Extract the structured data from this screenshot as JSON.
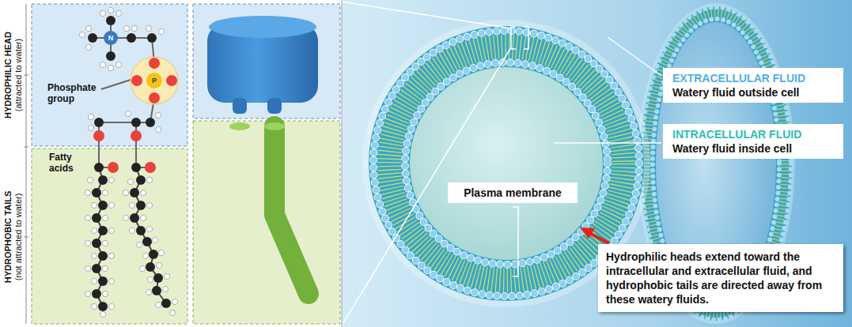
{
  "diagram": {
    "nodes": [
      {
        "text": [
          "EXTRACELLULAR FLUID",
          "Watery fluid outside cell"
        ]
      },
      {
        "text": [
          "INTRACELLULAR FLUID",
          "Watery fluid inside cell"
        ]
      },
      {
        "text": [
          "Plasma membrane"
        ]
      },
      {
        "text": [
          "Hydrophilic heads extend toward the intracellular and extracellular fluid, and hydrophobic tails are directed away from these watery fluids."
        ]
      }
    ],
    "labels": [
      "HYDROPHILIC HEAD",
      "(attracted to water)",
      "HYDROPHOBIC TAILS",
      "(not attracted to water)",
      "N",
      "P",
      "Phosphate group",
      "Fatty acids"
    ]
  }
}
